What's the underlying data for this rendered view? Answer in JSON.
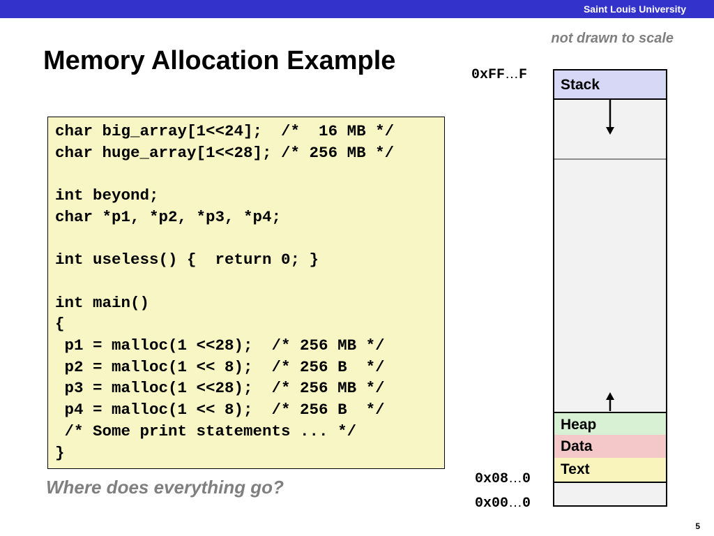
{
  "header": {
    "university": "Saint Louis University"
  },
  "scale_note": "not drawn to scale",
  "title": "Memory Allocation Example",
  "code": {
    "lines": [
      "char big_array[1<<24];  /*  16 MB */",
      "char huge_array[1<<28]; /* 256 MB */",
      "",
      "int beyond;",
      "char *p1, *p2, *p3, *p4;",
      "",
      "int useless() {  return 0; }",
      "",
      "int main()",
      "{",
      " p1 = malloc(1 <<28);  /* 256 MB */",
      " p2 = malloc(1 << 8);  /* 256 B  */",
      " p3 = malloc(1 <<28);  /* 256 MB */",
      " p4 = malloc(1 << 8);  /* 256 B  */",
      " /* Some print statements ... */",
      "}"
    ]
  },
  "question": "Where does everything go?",
  "memory": {
    "segments": {
      "stack": "Stack",
      "heap": "Heap",
      "data": "Data",
      "text": "Text"
    },
    "addresses": {
      "top": {
        "prefix": "0xFF",
        "dots": "…",
        "suffix": "F"
      },
      "text_start": {
        "prefix": "0x08",
        "dots": "…",
        "suffix": "0"
      },
      "bottom": {
        "prefix": "0x00",
        "dots": "…",
        "suffix": "0"
      }
    }
  },
  "colors": {
    "topbar": "#3333cc",
    "code_bg": "#f8f6c4",
    "stack": "#d6d8f5",
    "heap": "#d8f0d4",
    "data": "#f4c8c8",
    "text": "#f8f4bc"
  },
  "page_number": "5"
}
